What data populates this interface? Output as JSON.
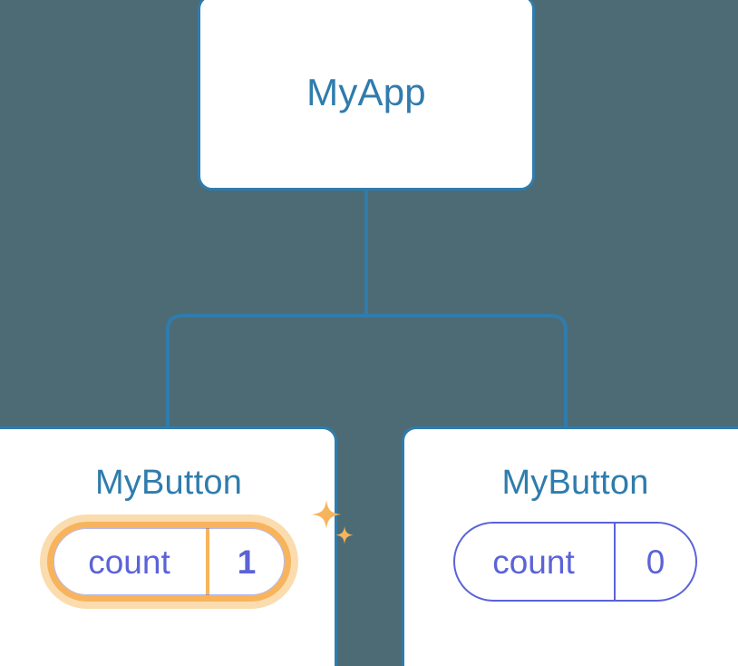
{
  "diagram": {
    "title": "component-tree",
    "background_color": "#4d6b74",
    "node_border_color": "#2f7cad",
    "node_fill_color": "#ffffff",
    "node_label_color": "#2f7cad",
    "connector_color": "#2f7cad",
    "state_color": "#5b63d6",
    "highlight_color": "#f8b45c",
    "highlight_glow_color": "#fbdcae"
  },
  "nodes": {
    "root": {
      "label": "MyApp"
    },
    "child_left": {
      "label": "MyButton",
      "state": {
        "key": "count",
        "value": "1",
        "highlighted": true
      },
      "sparkles": [
        {
          "name": "sparkle-large"
        },
        {
          "name": "sparkle-small"
        }
      ]
    },
    "child_right": {
      "label": "MyButton",
      "state": {
        "key": "count",
        "value": "0",
        "highlighted": false
      }
    }
  }
}
